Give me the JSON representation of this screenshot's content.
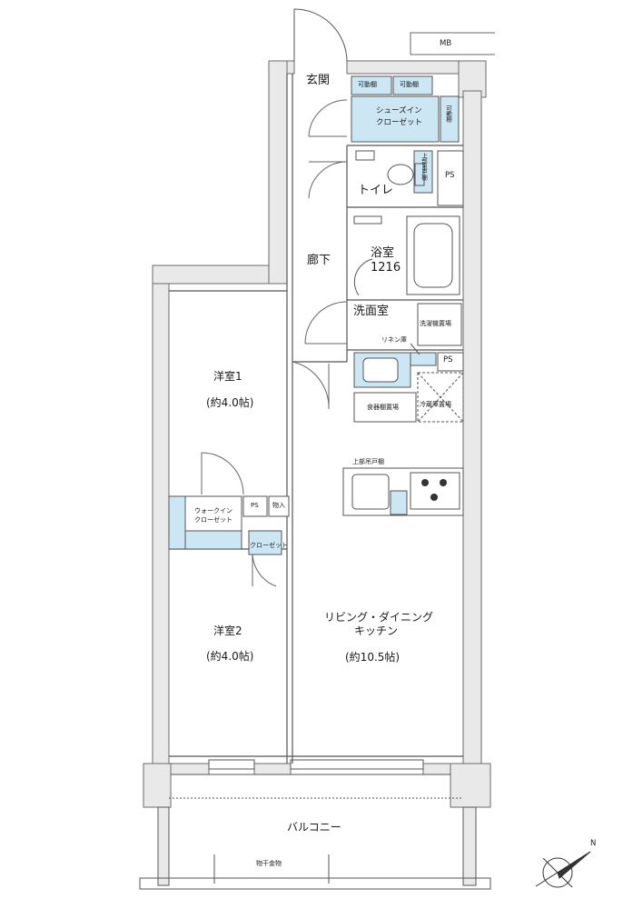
{
  "labels": {
    "mb": "MB",
    "genkan": "玄関",
    "shelf_a": "可動棚",
    "shelf_b": "可動棚",
    "shelf_c": "可動棚",
    "shoes_1": "シューズイン",
    "shoes_2": "クローゼット",
    "wall_cabinet_toilet": "上部吊戸棚",
    "ps_toilet": "PS",
    "toilet": "トイレ",
    "bath_1": "浴室",
    "bath_2": "1216",
    "hallway": "廊下",
    "washroom": "洗面室",
    "washer_space": "洗濯機置場",
    "linen": "リネン庫",
    "ps_wash": "PS",
    "dish_space": "食器棚置場",
    "fridge_space": "冷蔵庫置場",
    "wall_cabinet_kitchen": "上部吊戸棚",
    "room1_name": "洋室1",
    "room1_size": "(約4.0帖)",
    "wic_1": "ウォークイン",
    "wic_2": "クローゼット",
    "ps_room": "PS",
    "storage": "物入",
    "closet": "クローゼット",
    "room2_name": "洋室2",
    "room2_size": "(約4.0帖)",
    "ldk_1": "リビング・ダイニング",
    "ldk_2": "キッチン",
    "ldk_size": "(約10.5帖)",
    "balcony": "バルコニー",
    "drying_hardware": "物干金物",
    "north": "N"
  },
  "colors": {
    "wall_fill": "#e9e9e9",
    "wall_line": "#6b6b6b",
    "storage_fill": "#cde6f4",
    "line": "#555555"
  },
  "icons": [
    "bathtub-icon",
    "toilet-icon",
    "sink-icon",
    "stove-icon",
    "door-swing-icon",
    "compass-icon"
  ]
}
